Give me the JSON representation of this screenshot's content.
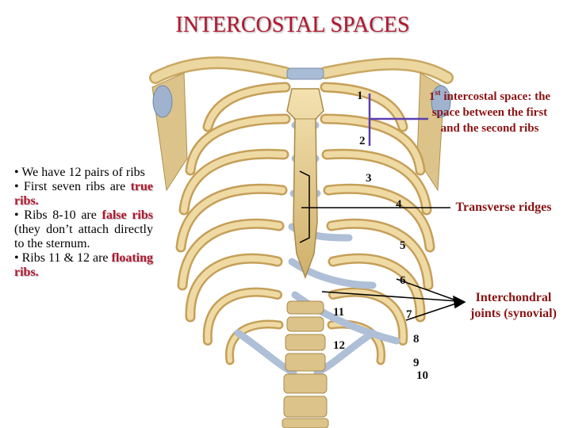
{
  "title": "INTERCOSTAL SPACES",
  "info": {
    "line1": "• We have 12 pairs of ribs",
    "line2_pre": "• First seven ribs are ",
    "line2_red": "true ribs.",
    "line3_pre": "• Ribs 8-10 are ",
    "line3_red": "false ribs",
    "line3_post": " (they don’t attach directly to the sternum.",
    "line4_pre": "• Ribs 11 & 12 are ",
    "line4_red": "floating ribs."
  },
  "rib_numbers": {
    "n1": "1",
    "n2": "2",
    "n3": "3",
    "n4": "4",
    "n5": "5",
    "n6": "6",
    "n7": "7",
    "n8": "8",
    "n9": "9",
    "n10": "10",
    "n11": "11",
    "n12": "12"
  },
  "callouts": {
    "first_space_sup": "st",
    "first_space_num": "1",
    "first_space_text": "intercostal space: the space between the first and the second ribs",
    "transverse": "Transverse ridges",
    "interchondral": "Interchondral joints (synovial)"
  },
  "colors": {
    "title": "#b0172f",
    "bone": "#e9d29a",
    "cartilage": "#b9c8dc",
    "bracket": "#5a3fb0"
  }
}
